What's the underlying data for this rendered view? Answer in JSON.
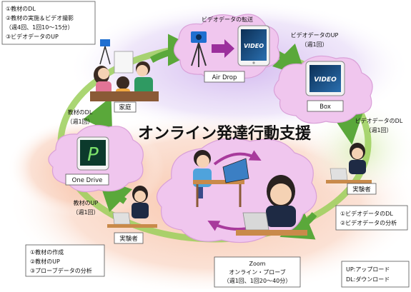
{
  "title": "オンライン発達行動支援",
  "nodes": {
    "home": "家庭",
    "airdrop": "Air Drop",
    "box": "Box",
    "onedrive": "One Drive",
    "researcher_right": "実験者",
    "researcher_left": "実験者"
  },
  "steps": {
    "home": [
      "①教材のDL",
      "②教材の実施＆ビデオ撮影",
      "（週4回、1回10〜15分）",
      "③ビデオデータのUP"
    ],
    "researcher_right": [
      "①ビデオデータのDL",
      "②ビデオデータの分析"
    ],
    "researcher_left": [
      "①教材の作成",
      "②教材のUP",
      "③プローブデータの分析"
    ]
  },
  "zoom": [
    "Zoom",
    "オンライン・プローブ",
    "（週1回、1回20〜40分）"
  ],
  "arrows": {
    "transfer": "ビデオデータの転送",
    "upload": [
      "ビデオデータのUP",
      "（週1回）"
    ],
    "download": [
      "ビデオデータのDL",
      "（週1回）"
    ],
    "material_up": [
      "教材のUP",
      "（週1回）"
    ],
    "material_dl": [
      "教材のDL",
      "（週1回）"
    ]
  },
  "video_label": "VIDEO",
  "onedrive_glyph": "P",
  "legend": [
    "UP:アップロード",
    "DL:ダウンロード"
  ],
  "colors": {
    "cloud": "#f0c6ee",
    "cloud_edge": "#d9a0d8",
    "ring": "#9bcf5a",
    "glow_orange": "#f6b89a",
    "glow_purple": "#c9a6e8",
    "title": "#111111"
  }
}
